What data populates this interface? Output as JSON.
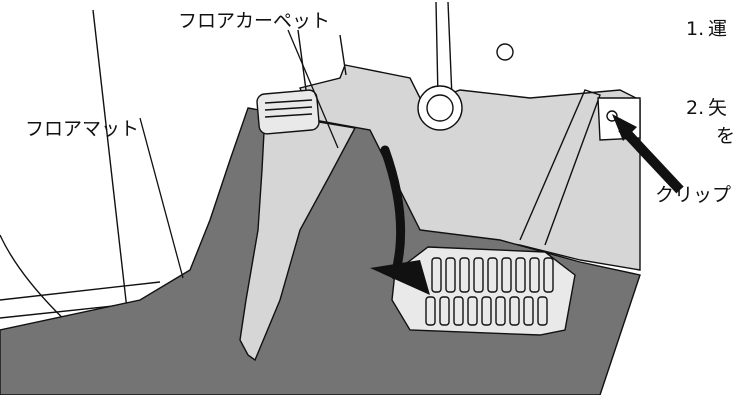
{
  "labels": {
    "floor_carpet": "フロアカーペット",
    "floor_mat": "フロアマット",
    "clip": "クリップ"
  },
  "steps": [
    {
      "number": "1.",
      "text": "運"
    },
    {
      "number": "2.",
      "text": "矢",
      "text_line2": "を"
    }
  ],
  "colors": {
    "mat_fill": "#747474",
    "carpet_fill": "#d6d6d6",
    "outline": "#111111",
    "arrow": "#111111",
    "pedal_fill": "#e9e9e9"
  }
}
